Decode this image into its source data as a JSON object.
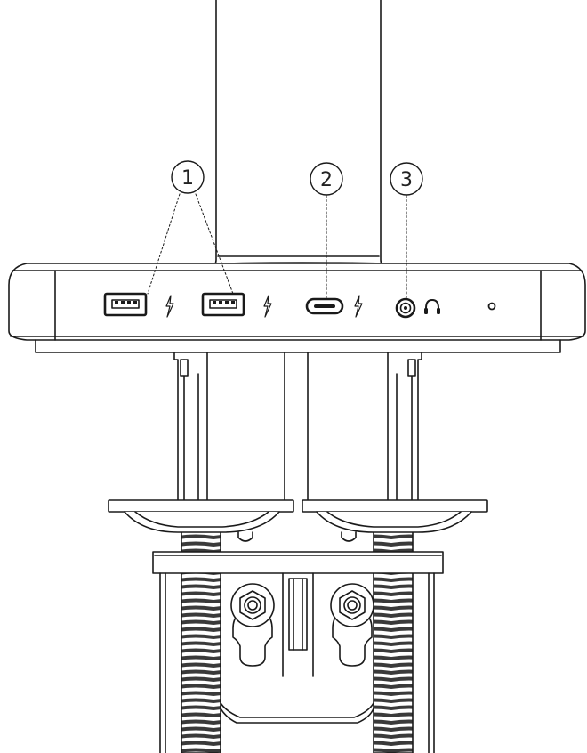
{
  "callouts": [
    {
      "label": "1",
      "port": "usb-a-ports"
    },
    {
      "label": "2",
      "port": "usb-c-port"
    },
    {
      "label": "3",
      "port": "audio-jack"
    }
  ],
  "colors": {
    "line": "#1a1a1a",
    "thread": "#3a3a3a",
    "background": "#ffffff"
  },
  "icons": [
    "usb-a-port-icon",
    "lightning-icon",
    "usb-c-port-icon",
    "audio-jack-icon",
    "headphone-icon",
    "indicator-led-icon"
  ]
}
